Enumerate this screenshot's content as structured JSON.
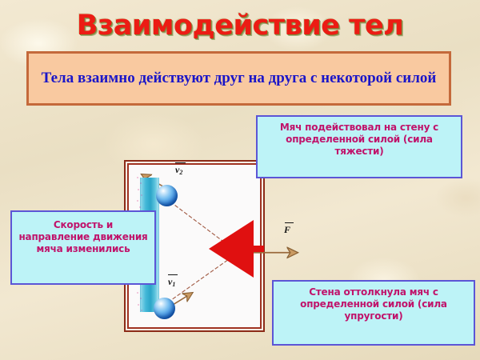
{
  "slide": {
    "title": "Взаимодействие тел",
    "subtitle": "Тела взаимно действуют друг на друга с некоторой силой",
    "background_color": "#eadfc3",
    "title_color": "#ec1c14",
    "subtitle_color": "#1b16c8",
    "subtitle_box_fill": "#f9c9a0",
    "subtitle_box_border": "#c4693b"
  },
  "callouts": [
    {
      "id": "callout-top-right",
      "text": "Мяч подействовал на стену с определенной силой (сила тяжести)",
      "fill": "#bdf3f7",
      "border": "#5c55d6",
      "text_color": "#c0136b"
    },
    {
      "id": "callout-left",
      "text": "Скорость и направление движения мяча изменились",
      "fill": "#bdf3f7",
      "border": "#5c55d6",
      "text_color": "#c0136b"
    },
    {
      "id": "callout-bottom-right",
      "text": "Стена оттолкнула мяч с определенной силой (сила упругости)",
      "fill": "#bdf3f7",
      "border": "#5c55d6",
      "text_color": "#c0136b"
    }
  ],
  "diagram": {
    "frame_border_color": "#8c2b18",
    "canvas_color": "#fbfafa",
    "wall_color": "#2ba5c8",
    "wall_speckle_color": "#d6247e",
    "reaction_arrow_color": "#e01010",
    "trajectory_color": "#a4604a",
    "ball_color": "#1e6fd0",
    "labels": {
      "velocity_after": "v",
      "velocity_after_sub": "2",
      "velocity_before": "v",
      "velocity_before_sub": "1",
      "force": "F"
    }
  }
}
